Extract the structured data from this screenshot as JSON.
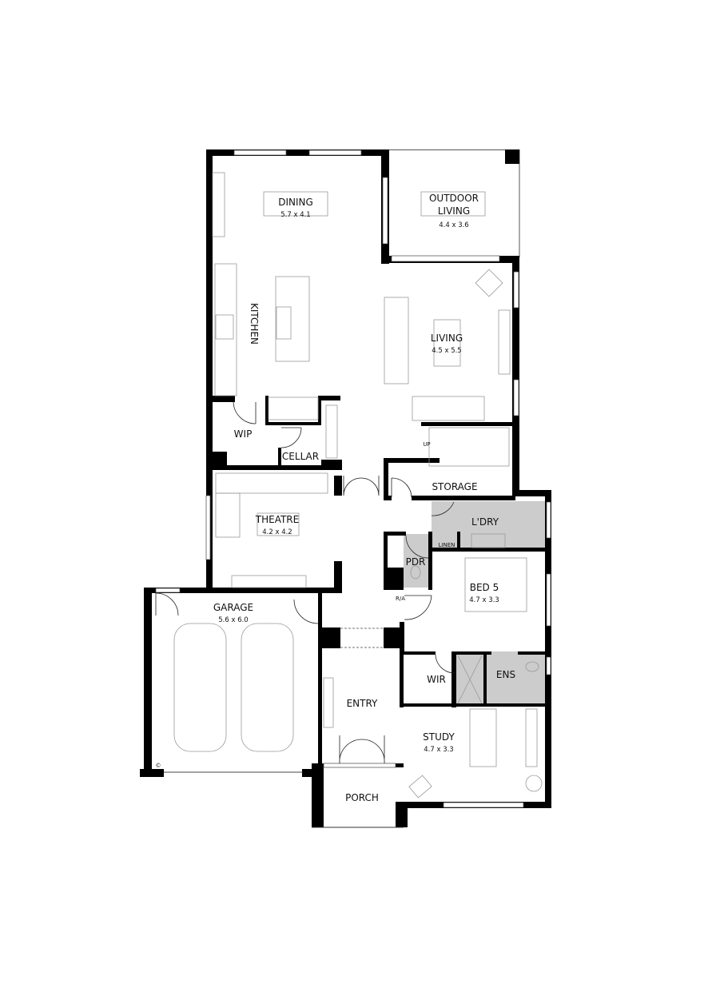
{
  "plan": {
    "rooms": {
      "dining": {
        "name": "DINING",
        "size": "5.7 x 4.1"
      },
      "outdoor_living": {
        "name_line1": "OUTDOOR",
        "name_line2": "LIVING",
        "size": "4.4 x 3.6"
      },
      "kitchen": {
        "name": "KITCHEN"
      },
      "living": {
        "name": "LIVING",
        "size": "4.5 x 5.5"
      },
      "wip": {
        "name": "WIP"
      },
      "cellar": {
        "name": "CELLAR"
      },
      "storage": {
        "name": "STORAGE"
      },
      "stairs": {
        "name": "UP"
      },
      "theatre": {
        "name": "THEATRE",
        "size": "4.2 x 4.2"
      },
      "laundry": {
        "name": "L'DRY"
      },
      "linen": {
        "name": "LINEN"
      },
      "powder": {
        "name": "PDR"
      },
      "bed5": {
        "name": "BED 5",
        "size": "4.7 x 3.3"
      },
      "ra": {
        "name": "R/A"
      },
      "garage": {
        "name": "GARAGE",
        "size": "5.6 x 6.0"
      },
      "wir": {
        "name": "WIR"
      },
      "ensuite": {
        "name": "ENS"
      },
      "entry": {
        "name": "ENTRY"
      },
      "study": {
        "name": "STUDY",
        "size": "4.7 x 3.3"
      },
      "porch": {
        "name": "PORCH"
      }
    },
    "copyright_mark": "©",
    "colors": {
      "wall": "#000000",
      "wet_area": "#cccccc",
      "furniture": "#999999"
    }
  }
}
